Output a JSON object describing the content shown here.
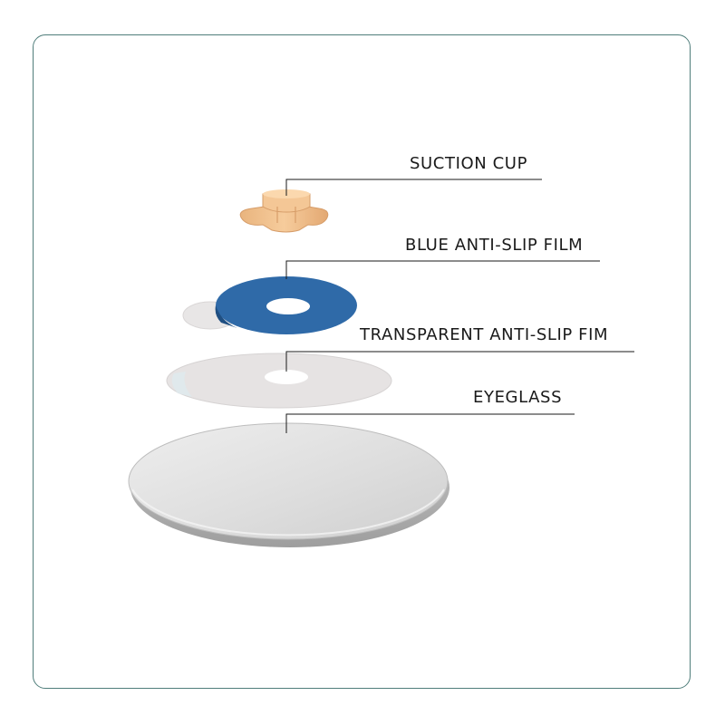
{
  "diagram": {
    "labels": {
      "suction_cup": "SUCTION CUP",
      "blue_film": "BLUE ANTI-SLIP FILM",
      "transparent_film": "TRANSPARENT ANTI-SLIP FIM",
      "eyeglass": "EYEGLASS"
    },
    "colors": {
      "frame_border": "#4f7d7a",
      "suction_cup": "#f2c08c",
      "blue_film": "#2f6aa8",
      "transparent_film": "#e4e1e1",
      "eyeglass": "#dcdcdc",
      "leader_line": "#1a1a1a"
    }
  }
}
